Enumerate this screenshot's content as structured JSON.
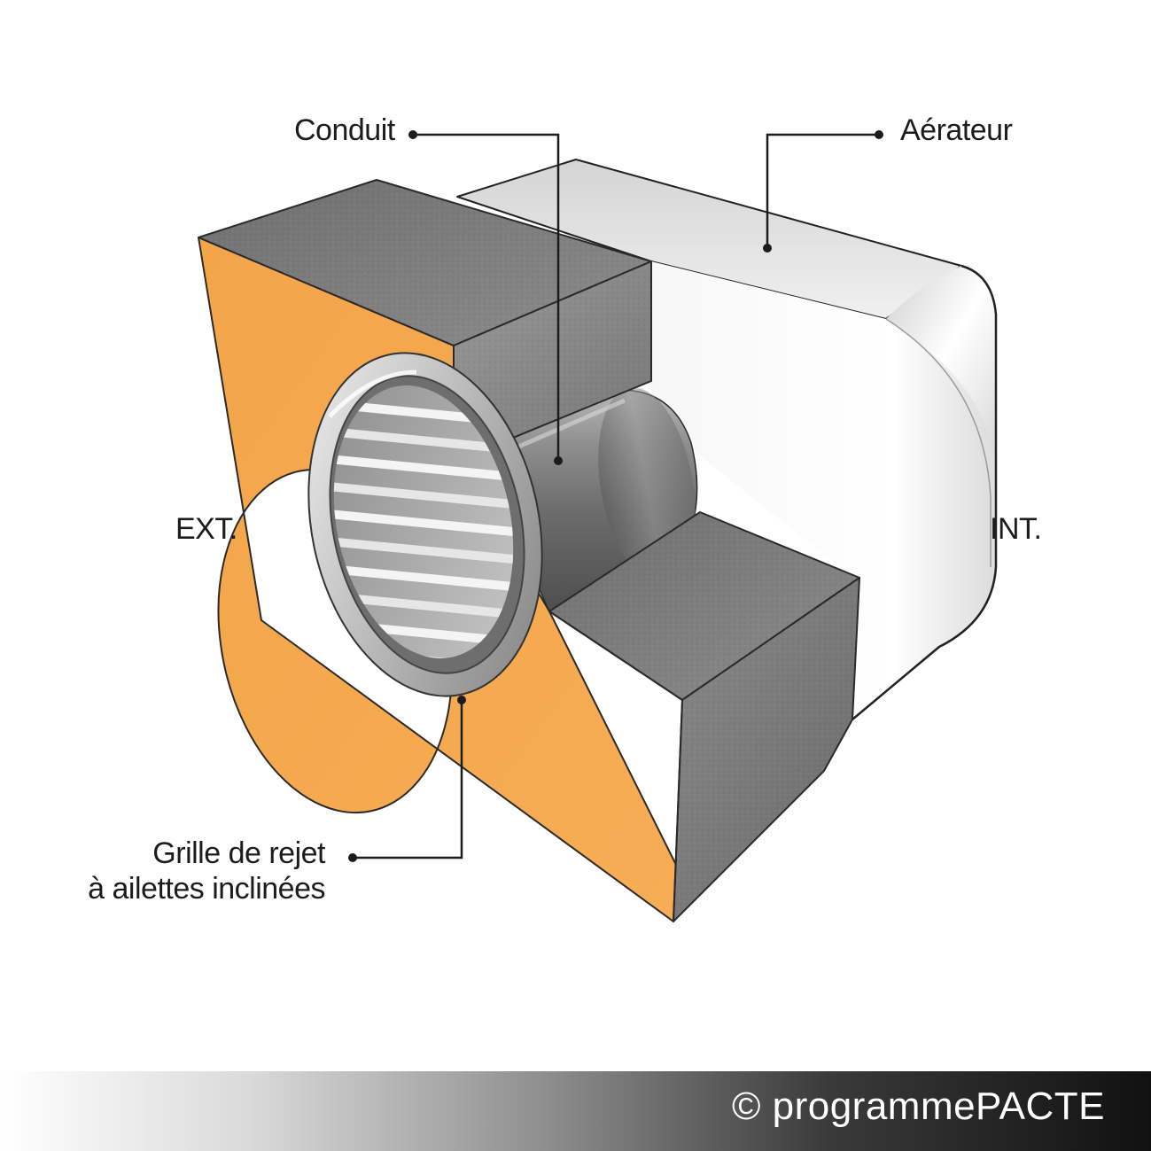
{
  "labels": {
    "conduit": "Conduit",
    "aerateur": "Aérateur",
    "ext": "EXT.",
    "int": "INT.",
    "grille_line1": "Grille de rejet",
    "grille_line2": "à ailettes inclinées"
  },
  "footer": {
    "copyright": "© programmePACTE"
  },
  "colors": {
    "insulation": "#f2a548",
    "concrete": "#7d7d7d",
    "aerator": "#ececec",
    "duct": "#8a8a8a",
    "leader_line": "#1c1c1c"
  }
}
